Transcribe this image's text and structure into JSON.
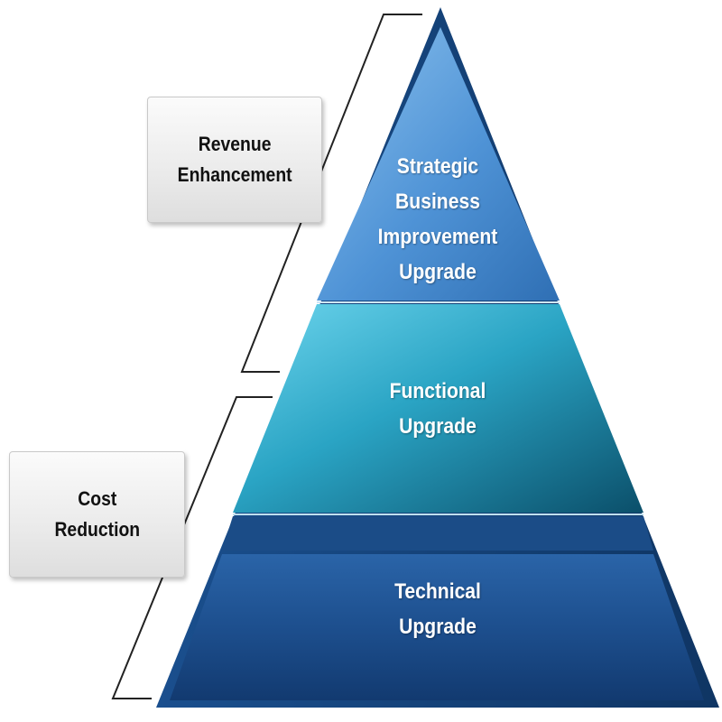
{
  "pyramid": {
    "tiers": [
      {
        "lines": [
          "Strategic",
          "Business",
          "Improvement",
          "Upgrade"
        ]
      },
      {
        "lines": [
          "Functional",
          "Upgrade"
        ]
      },
      {
        "lines": [
          "Technical",
          "Upgrade"
        ]
      }
    ]
  },
  "labels": {
    "revenue": {
      "lines": [
        "Revenue",
        "Enhancement"
      ]
    },
    "cost": {
      "lines": [
        "Cost",
        "Reduction"
      ]
    }
  },
  "colors": {
    "top_tier": "#4f93d6",
    "middle_tier": "#2aa4c4",
    "bottom_tier": "#1d4f8e",
    "bracket_line": "#222222"
  }
}
